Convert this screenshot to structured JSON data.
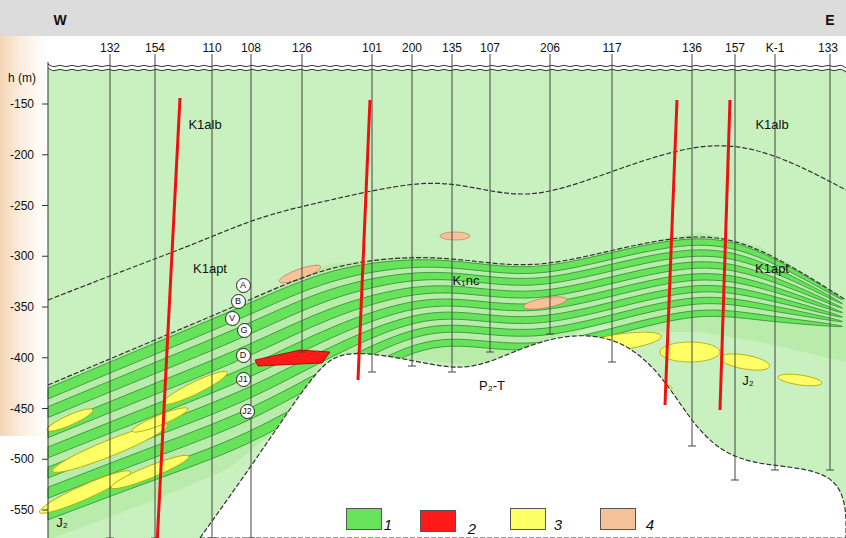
{
  "diagram": {
    "nodes": [
      {
        "text": [
          "A"
        ]
      },
      {
        "text": [
          "B"
        ]
      },
      {
        "text": [
          "V"
        ]
      },
      {
        "text": [
          "G"
        ]
      },
      {
        "text": [
          "D"
        ]
      },
      {
        "text": [
          "J1"
        ]
      },
      {
        "text": [
          "J2"
        ]
      }
    ],
    "labels": [
      "W",
      "E",
      "h (m)",
      "132",
      "154",
      "110",
      "108",
      "126",
      "101",
      "200",
      "135",
      "107",
      "206",
      "117",
      "136",
      "157",
      "K-1",
      "133",
      "-150",
      "-200",
      "-250",
      "-300",
      "-350",
      "-400",
      "-450",
      "-500",
      "-550",
      "K1alb",
      "K1alb",
      "K1apt",
      "K1apt",
      "K₁nc",
      "P₂-T",
      "J₂",
      "J₂"
    ],
    "legend": [
      {
        "text": "1",
        "color": "#66e35a"
      },
      {
        "text": "2",
        "color": "#ff1a1a"
      },
      {
        "text": "3",
        "color": "#ffff66"
      },
      {
        "text": "4",
        "color": "#f5c29a"
      }
    ]
  }
}
